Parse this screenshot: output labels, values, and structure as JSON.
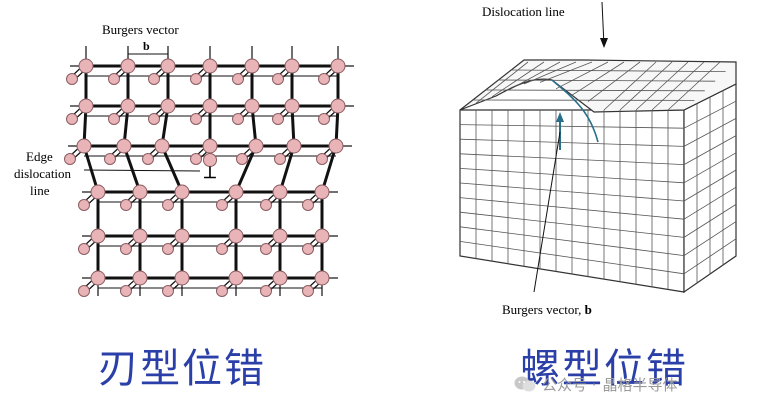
{
  "edge_dislocation": {
    "burgers_label": "Burgers vector",
    "burgers_symbol": "b",
    "line_label": [
      "Edge",
      "dislocation",
      "line"
    ],
    "line_symbol": "⊥",
    "caption": "刃型位错"
  },
  "screw_dislocation": {
    "line_label": "Dislocation line",
    "burgers_label": "Burgers vector, ",
    "burgers_symbol": "b",
    "caption": "螺型位错"
  },
  "watermark": {
    "prefix": "公众号 · ",
    "name": "晶格半导体"
  },
  "colors": {
    "atom_fill": "#e8b4b8",
    "atom_stroke": "#8a5c60",
    "bond": "#111111",
    "caption": "#2b3fa8",
    "screw_grid": "#555555",
    "screw_accent": "#2a6f8a"
  }
}
